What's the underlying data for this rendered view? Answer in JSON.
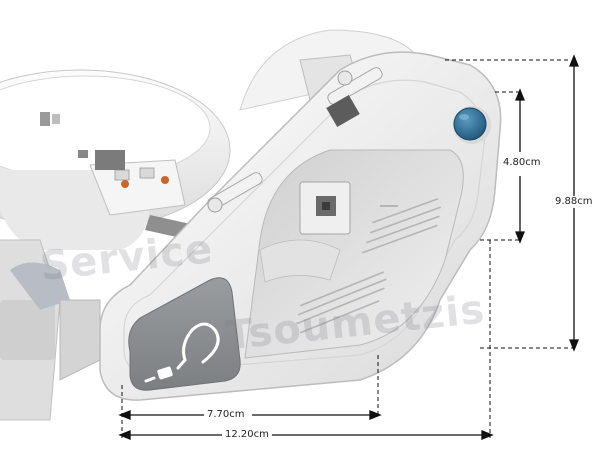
{
  "photo": {
    "subject": "appliance-mechanism-photo",
    "accent_blue": "#2e6f94",
    "panel_gray": "#8d9093",
    "plastic_white": "#f4f4f4",
    "hinge_dark": "#555555"
  },
  "dimensions": {
    "inner_height": "4.80cm",
    "total_height": "9.88cm",
    "inner_width": "7.70cm",
    "total_width": "12.20cm"
  },
  "watermark": {
    "line1": "Service",
    "line2": "Tsoumetzis"
  },
  "icons": {
    "plug": "power-cord-plug-icon"
  }
}
